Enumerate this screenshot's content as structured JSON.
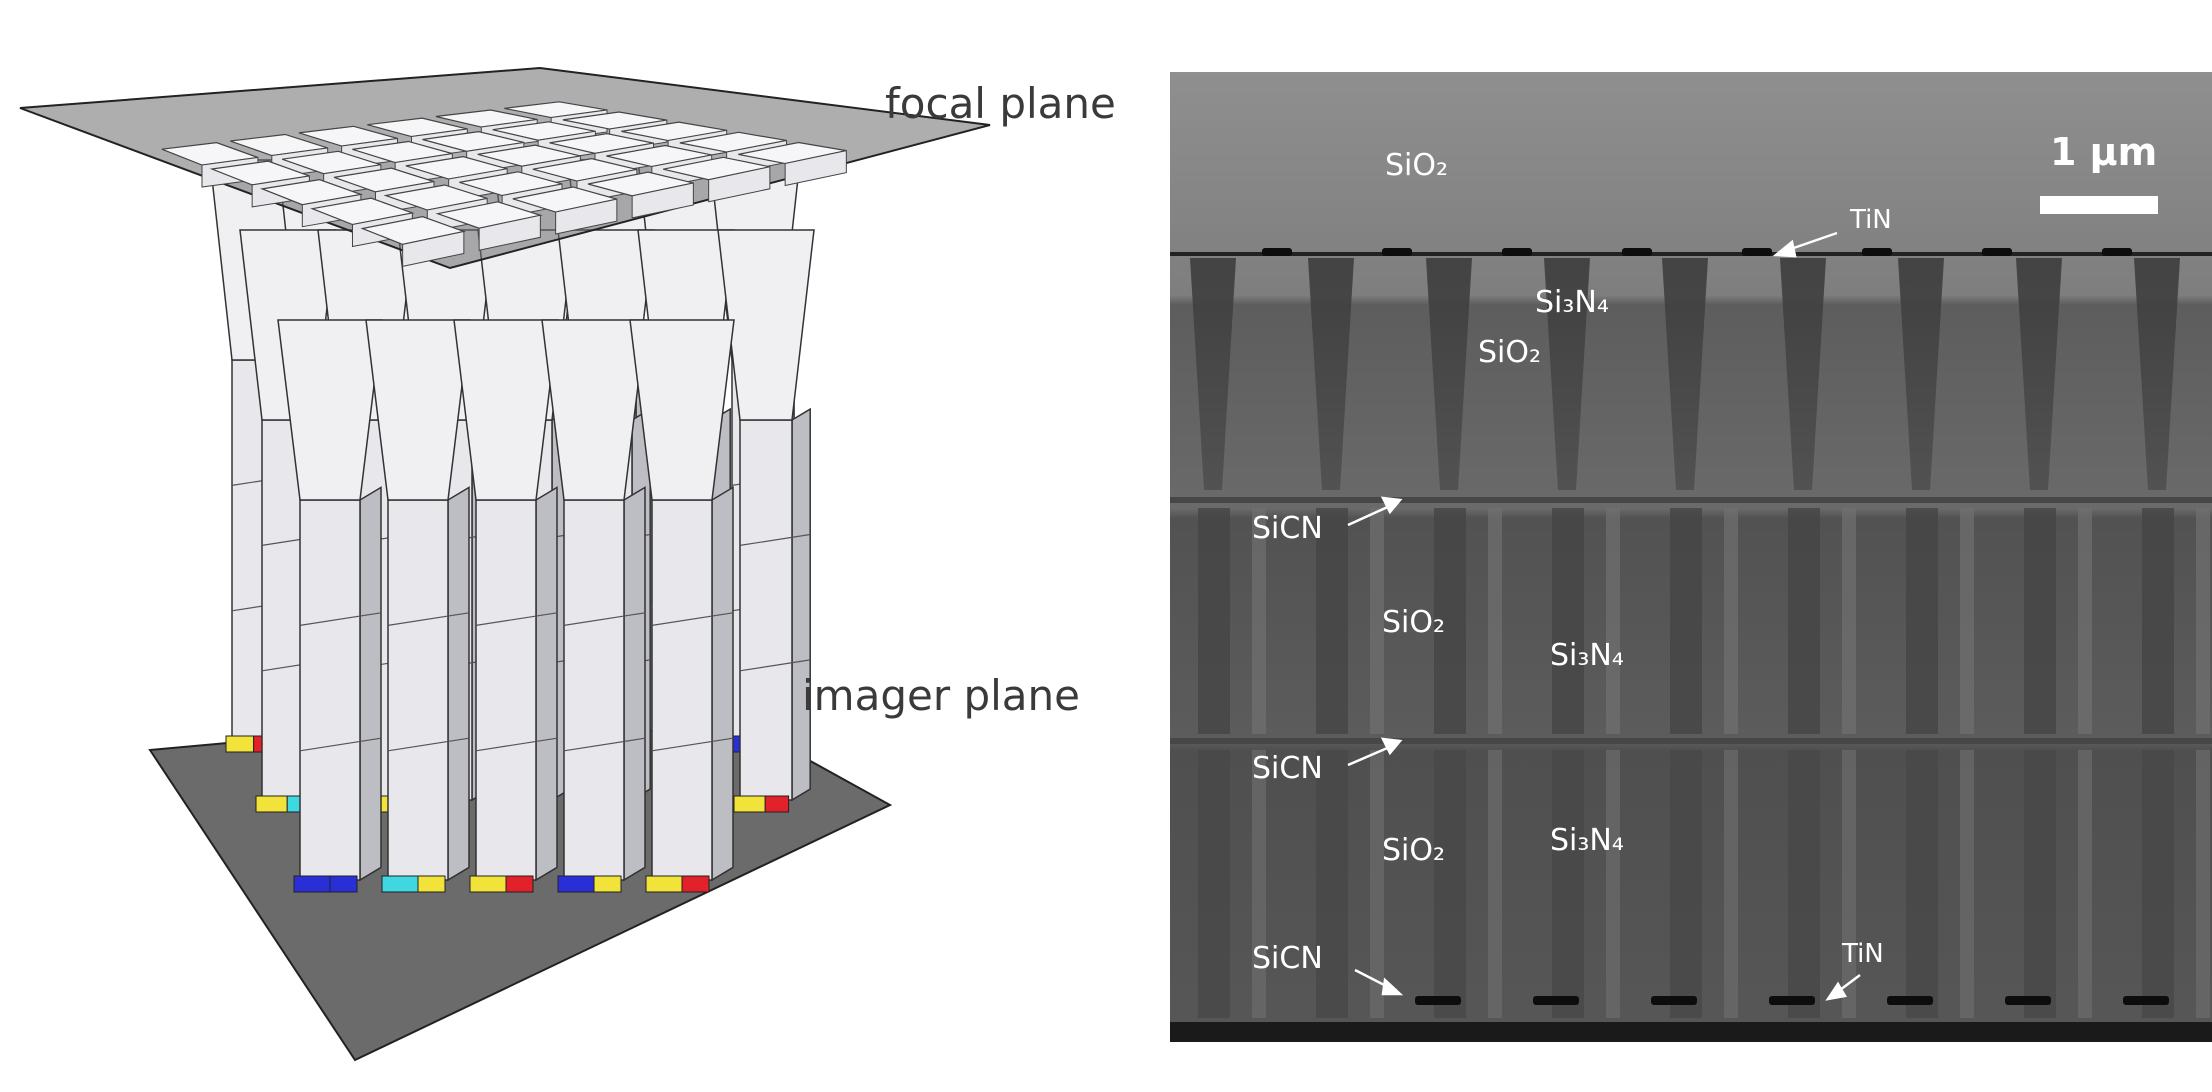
{
  "diagram": {
    "focal_plane_label": "focal plane",
    "imager_plane_label": "imager plane",
    "colors": {
      "plane": "#6b6b6b",
      "pillar_front": "#e8e8ec",
      "pillar_side": "#bdbdc4",
      "pillar_top": "#f6f6f8",
      "pixel_yellow": "#f2e33a",
      "pixel_red": "#e3212a",
      "pixel_blue": "#2a2ed6",
      "pixel_cyan": "#3fd8e0"
    }
  },
  "sem": {
    "scale_bar_label": "1 μm",
    "labels": {
      "sio2_top": "SiO₂",
      "tin_top": "TiN",
      "si3n4_upper": "Si₃N₄",
      "sio2_upper": "SiO₂",
      "sicn_1": "SiCN",
      "sio2_mid": "SiO₂",
      "si3n4_mid": "Si₃N₄",
      "sicn_2": "SiCN",
      "sio2_low": "SiO₂",
      "si3n4_low": "Si₃N₄",
      "sicn_3": "SiCN",
      "tin_bottom": "TiN"
    }
  }
}
